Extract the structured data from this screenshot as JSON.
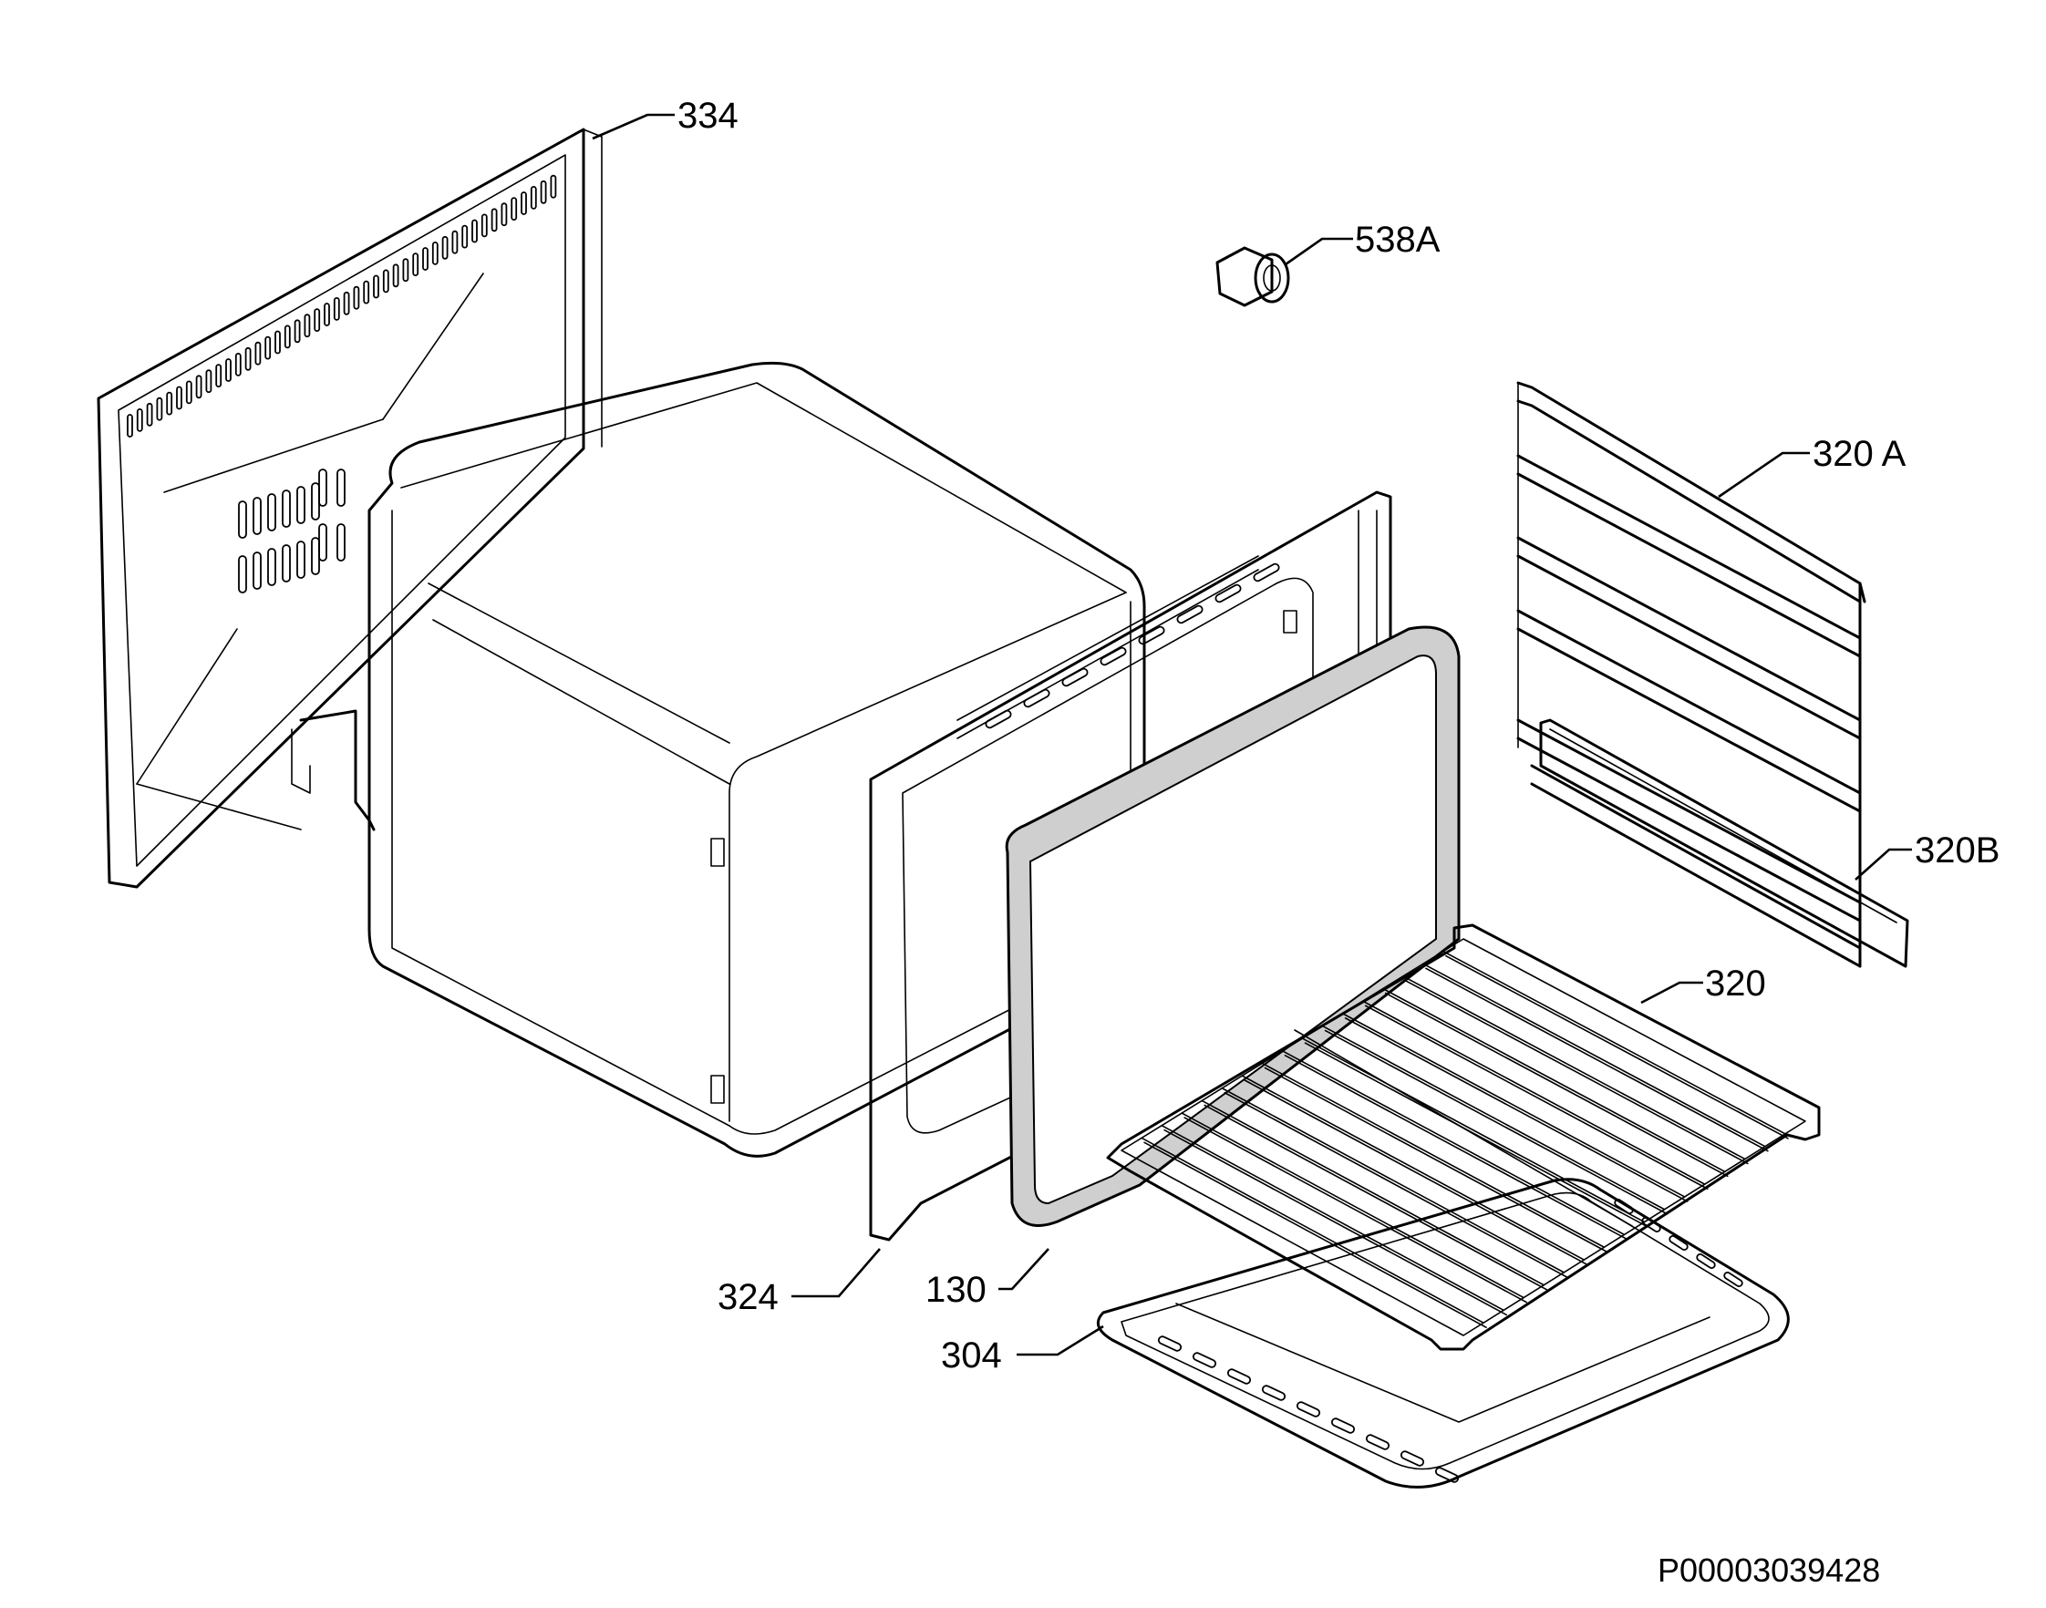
{
  "callouts": [
    {
      "id": "334",
      "text": "334"
    },
    {
      "id": "538A",
      "text": "538A"
    },
    {
      "id": "320A",
      "text": "320 A"
    },
    {
      "id": "320B",
      "text": "320B"
    },
    {
      "id": "320",
      "text": "320"
    },
    {
      "id": "324",
      "text": "324"
    },
    {
      "id": "130",
      "text": "130"
    },
    {
      "id": "304",
      "text": "304"
    }
  ],
  "drawing_number": "P00003039428"
}
